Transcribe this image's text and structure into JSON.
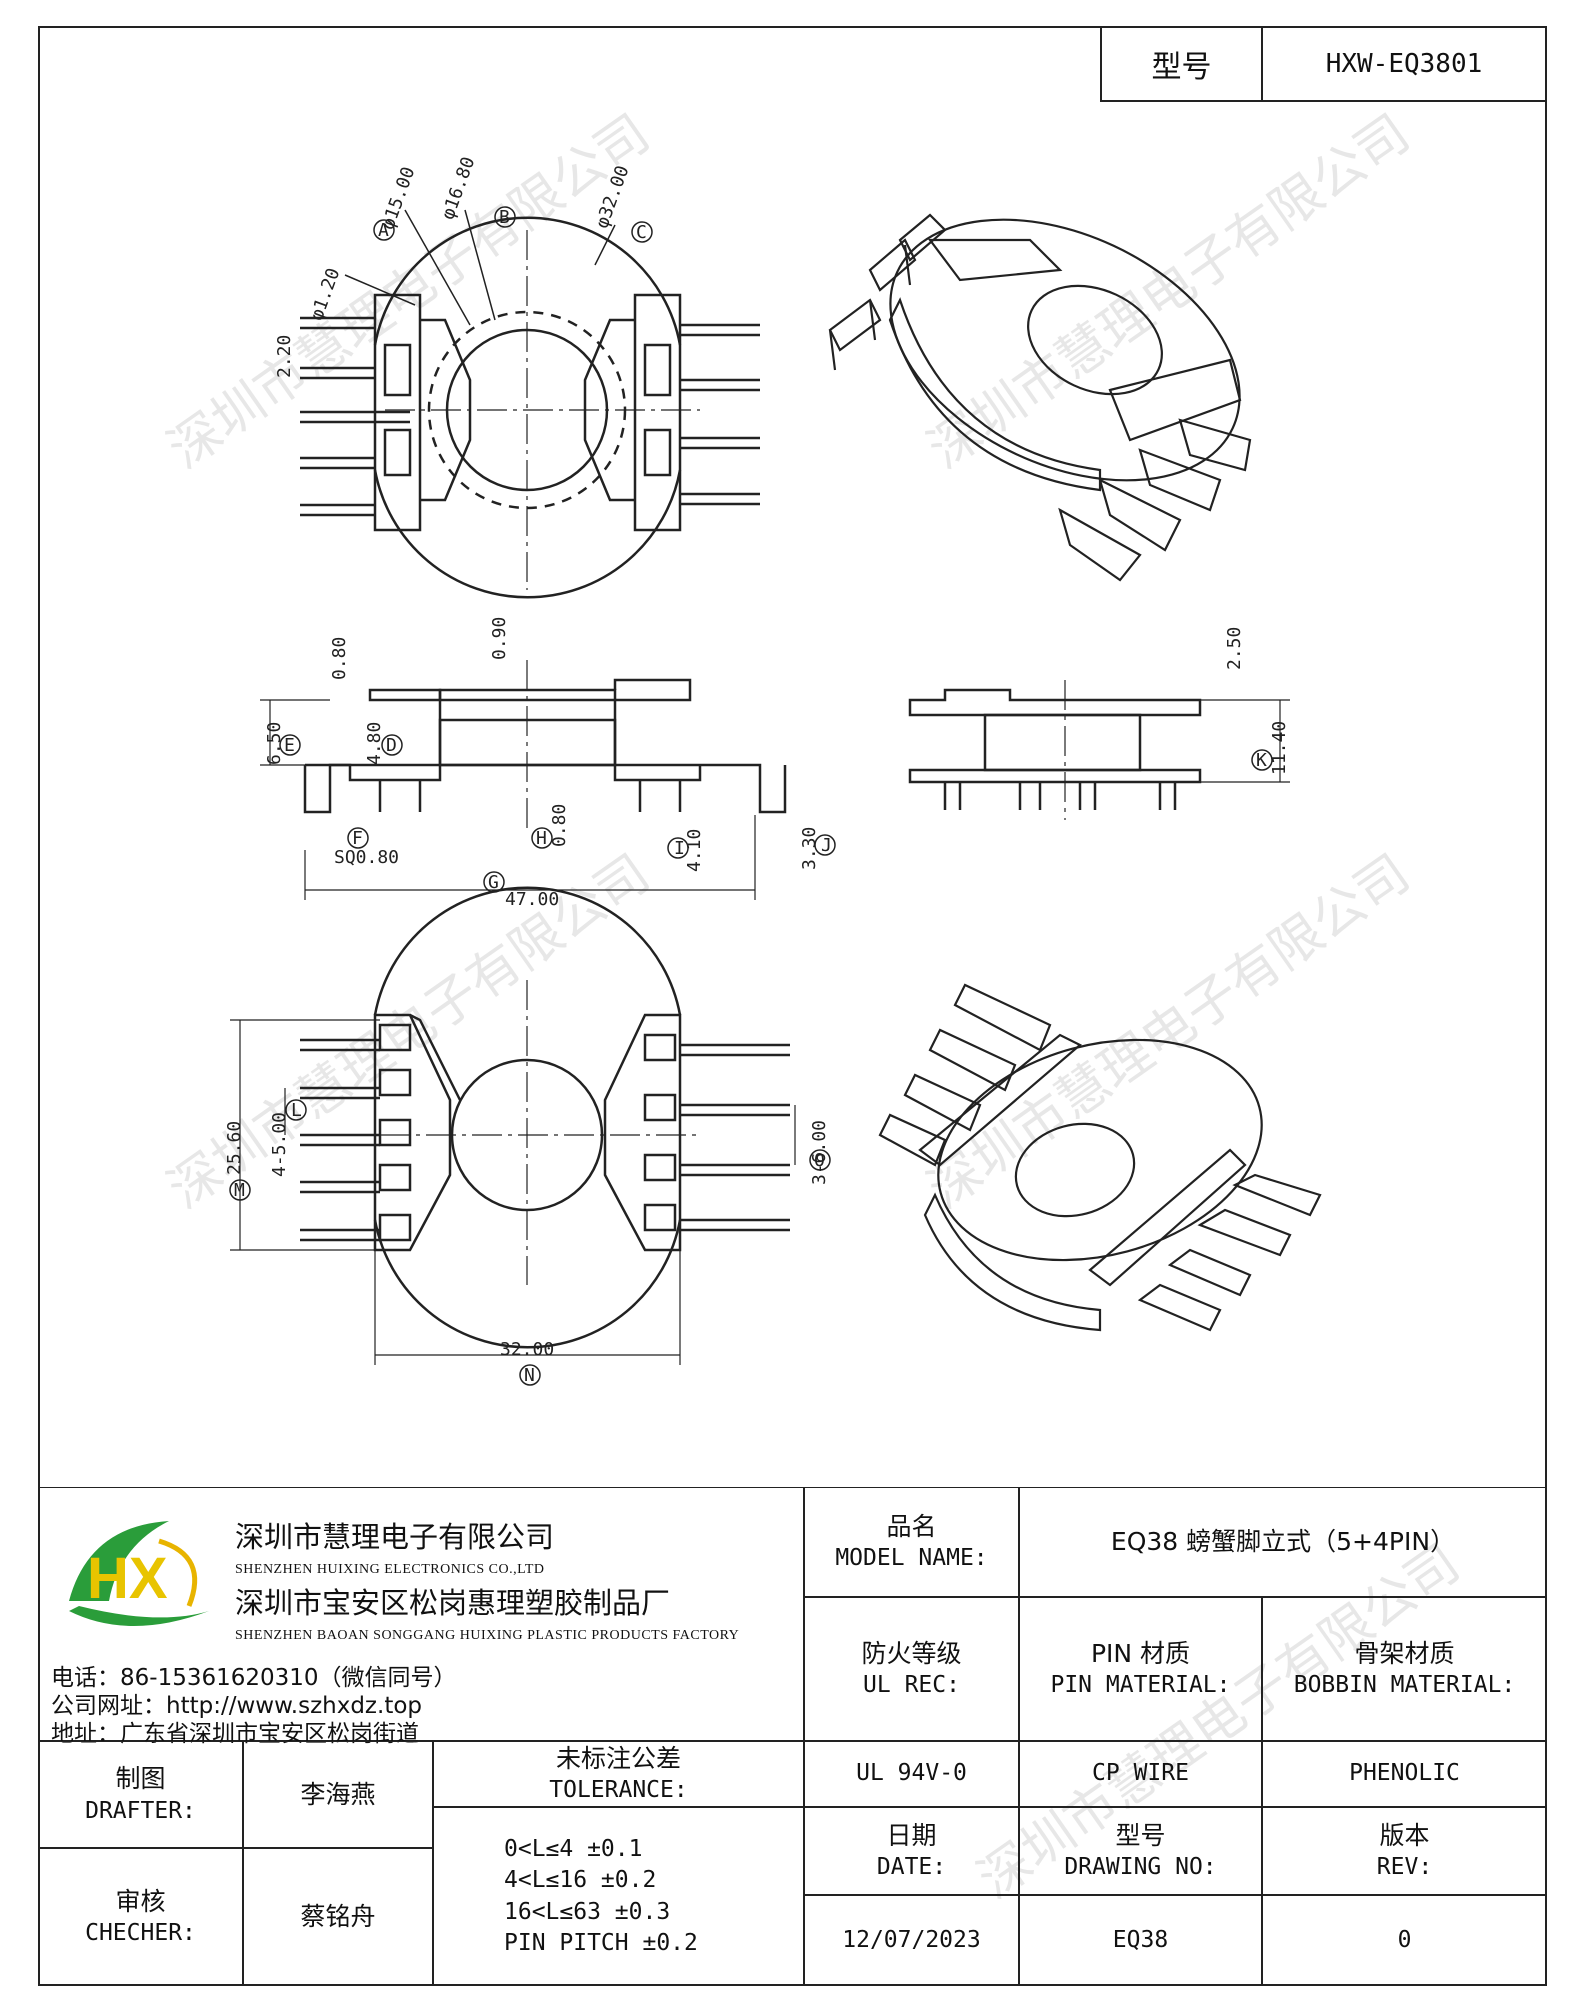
{
  "header": {
    "model_label": "型号",
    "model_value": "HXW-EQ3801"
  },
  "dimensions": {
    "A": "A",
    "B": "B",
    "C": "C",
    "D": "D",
    "E": "E",
    "F": "F",
    "G": "G",
    "H": "H",
    "I": "I",
    "J": "J",
    "K": "K",
    "L": "L",
    "M": "M",
    "N": "N",
    "O": "O",
    "phi_120": "φ1.20",
    "phi_1500": "φ15.00",
    "phi_1680": "φ16.80",
    "phi_3200": "φ32.00",
    "d_220": "2.20",
    "d_080a": "0.80",
    "d_090": "0.90",
    "d_650": "6.50",
    "d_480": "4.80",
    "d_080b": "0.80",
    "d_sq080": "SQ0.80",
    "d_410": "4.10",
    "d_330": "3.30",
    "d_4700": "47.00",
    "d_250": "2.50",
    "d_1140": "11.40",
    "d_2560": "25.60",
    "d_4x500": "4-5.00",
    "d_3x600": "3-6.00",
    "d_3200b": "32.00"
  },
  "watermark": "深圳市慧理电子有限公司",
  "company": {
    "logo_letters": "HX",
    "name_zh": "深圳市慧理电子有限公司",
    "name_en": "SHENZHEN HUIXING ELECTRONICS CO.,LTD",
    "factory_zh": "深圳市宝安区松岗惠理塑胶制品厂",
    "factory_en": "SHENZHEN BAOAN SONGGANG HUIXING PLASTIC PRODUCTS FACTORY",
    "phone": "电话：86-15361620310（微信同号）",
    "website": "公司网址：http://www.szhxdz.top",
    "address": "地址：广东省深圳市宝安区松岗街道"
  },
  "title_block": {
    "model_name_zh": "品名",
    "model_name_en": "MODEL NAME:",
    "model_name_value": "EQ38 螃蟹脚立式（5+4PIN）",
    "ul_zh": "防火等级",
    "ul_en": "UL REC:",
    "pin_zh": "PIN 材质",
    "pin_en": "PIN MATERIAL:",
    "bobbin_zh": "骨架材质",
    "bobbin_en": "BOBBIN MATERIAL:",
    "ul_value": "UL 94V-0",
    "pin_value": "CP WIRE",
    "bobbin_value": "PHENOLIC",
    "drafter_zh": "制图",
    "drafter_en": "DRAFTER:",
    "drafter_name": "李海燕",
    "checker_zh": "审核",
    "checker_en": "CHECHER:",
    "checker_name": "蔡铭舟",
    "tolerance_zh": "未标注公差",
    "tolerance_en": "TOLERANCE:",
    "tolerance_lines": [
      "0<L≤4  ±0.1",
      "4<L≤16 ±0.2",
      "16<L≤63 ±0.3",
      "PIN PITCH ±0.2"
    ],
    "date_zh": "日期",
    "date_en": "DATE:",
    "drawing_zh": "型号",
    "drawing_en": "DRAWING NO:",
    "rev_zh": "版本",
    "rev_en": "REV:",
    "date_value": "12/07/2023",
    "drawing_value": "EQ38",
    "rev_value": "0"
  }
}
